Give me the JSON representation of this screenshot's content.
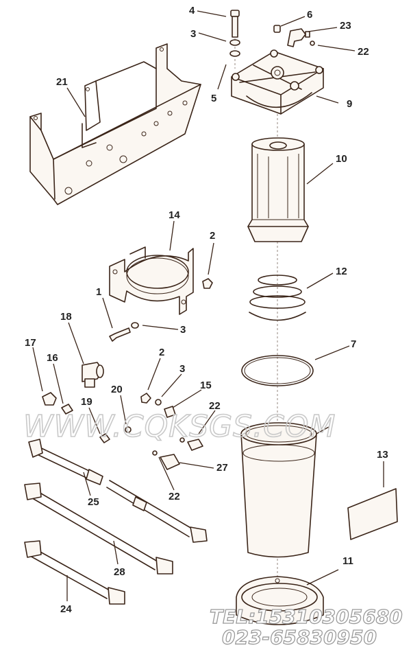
{
  "callouts": {
    "c1": "1",
    "c2a": "2",
    "c2b": "2",
    "c3a": "3",
    "c3b": "3",
    "c3c": "3",
    "c4": "4",
    "c5": "5",
    "c6": "6",
    "c7": "7",
    "c9": "9",
    "c10": "10",
    "c11": "11",
    "c12": "12",
    "c13": "13",
    "c14": "14",
    "c15": "15",
    "c16": "16",
    "c17": "17",
    "c18": "18",
    "c19": "19",
    "c20": "20",
    "c21": "21",
    "c22a": "22",
    "c22b": "22",
    "c22c": "22",
    "c23": "23",
    "c24": "24",
    "c25": "25",
    "c27": "27",
    "c28": "28"
  },
  "watermark": {
    "text": "WWW.CQKSGS.COM",
    "phone_line1": "TEL:15310305680",
    "phone_line2": "023-65830950"
  },
  "colors": {
    "line": "#3a2418",
    "watermark": "#c9c9c9"
  }
}
